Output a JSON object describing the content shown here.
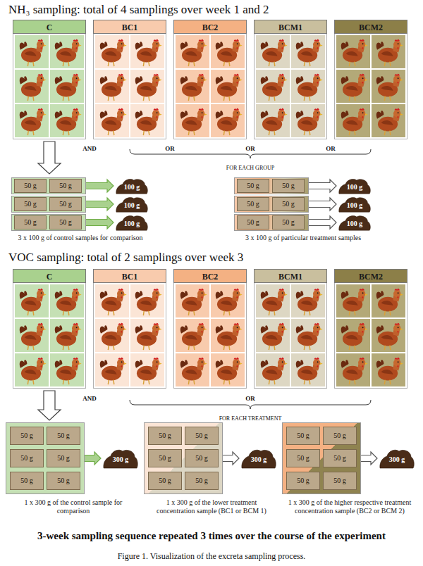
{
  "diagram": {
    "caption": "Figure 1. Visualization of the excreta sampling process.",
    "nodes": [
      {
        "text": [
          "C"
        ]
      },
      {
        "text": [
          "BC1"
        ]
      },
      {
        "text": [
          "BC2"
        ]
      },
      {
        "text": [
          "BCM1"
        ]
      },
      {
        "text": [
          "BCM2"
        ]
      },
      {
        "text": [
          "3 x 100 g of control samples for comparison"
        ]
      },
      {
        "text": [
          "50 g"
        ],
        "in": 5
      },
      {
        "text": [
          "50 g"
        ],
        "in": 5
      },
      {
        "text": [
          "100 g"
        ],
        "in": 5
      },
      {
        "text": [
          "50 g"
        ],
        "in": 5
      },
      {
        "text": [
          "50 g"
        ],
        "in": 5
      },
      {
        "text": [
          "100 g"
        ],
        "in": 5
      },
      {
        "text": [
          "50 g"
        ],
        "in": 5
      },
      {
        "text": [
          "50 g"
        ],
        "in": 5
      },
      {
        "text": [
          "100 g"
        ],
        "in": 5
      },
      {
        "text": [
          "3 x 100 g of particular treatment samples"
        ]
      },
      {
        "text": [
          "50 g"
        ],
        "in": 15
      },
      {
        "text": [
          "50 g"
        ],
        "in": 15
      },
      {
        "text": [
          "100 g"
        ],
        "in": 15
      },
      {
        "text": [
          "50 g"
        ],
        "in": 15
      },
      {
        "text": [
          "50 g"
        ],
        "in": 15
      },
      {
        "text": [
          "100 g"
        ],
        "in": 15
      },
      {
        "text": [
          "50 g"
        ],
        "in": 15
      },
      {
        "text": [
          "50 g"
        ],
        "in": 15
      },
      {
        "text": [
          "100 g"
        ],
        "in": 15
      },
      {
        "text": [
          "C"
        ]
      },
      {
        "text": [
          "BC1"
        ]
      },
      {
        "text": [
          "BC2"
        ]
      },
      {
        "text": [
          "BCM1"
        ]
      },
      {
        "text": [
          "BCM2"
        ]
      },
      {
        "text": [
          "1 x 300 g of the control sample for comparison"
        ]
      },
      {
        "text": [
          "50 g"
        ],
        "in": 30
      },
      {
        "text": [
          "50 g"
        ],
        "in": 30
      },
      {
        "text": [
          "50 g"
        ],
        "in": 30
      },
      {
        "text": [
          "50 g"
        ],
        "in": 30
      },
      {
        "text": [
          "50 g"
        ],
        "in": 30
      },
      {
        "text": [
          "50 g"
        ],
        "in": 30
      },
      {
        "text": [
          "300 g"
        ],
        "in": 30
      },
      {
        "text": [
          "1 x 300 g of the lower treatment concentration sample (BC1 or BCM 1)"
        ]
      },
      {
        "text": [
          "50 g"
        ],
        "in": 38
      },
      {
        "text": [
          "50 g"
        ],
        "in": 38
      },
      {
        "text": [
          "50 g"
        ],
        "in": 38
      },
      {
        "text": [
          "50 g"
        ],
        "in": 38
      },
      {
        "text": [
          "50 g"
        ],
        "in": 38
      },
      {
        "text": [
          "50 g"
        ],
        "in": 38
      },
      {
        "text": [
          "300 g"
        ],
        "in": 38
      },
      {
        "text": [
          "1 x 300 g of the higher respective treatment concentration sample (BC2 or BCM 2)"
        ]
      },
      {
        "text": [
          "50 g"
        ],
        "in": 46
      },
      {
        "text": [
          "50 g"
        ],
        "in": 46
      },
      {
        "text": [
          "50 g"
        ],
        "in": 46
      },
      {
        "text": [
          "50 g"
        ],
        "in": 46
      },
      {
        "text": [
          "50 g"
        ],
        "in": 46
      },
      {
        "text": [
          "50 g"
        ],
        "in": 46
      },
      {
        "text": [
          "300 g"
        ],
        "in": 46
      }
    ],
    "edges": [
      {
        "from": 0,
        "to": 5,
        "arrow": "to"
      },
      {
        "from": 7,
        "to": 8,
        "arrow": "to"
      },
      {
        "from": 10,
        "to": 11,
        "arrow": "to"
      },
      {
        "from": 13,
        "to": 14,
        "arrow": "to"
      },
      {
        "from": 17,
        "to": 18,
        "arrow": "to"
      },
      {
        "from": 20,
        "to": 21,
        "arrow": "to"
      },
      {
        "from": 23,
        "to": 24,
        "arrow": "to"
      },
      {
        "from": 25,
        "to": 30,
        "arrow": "to"
      },
      {
        "from": 34,
        "to": 37,
        "arrow": "to"
      },
      {
        "from": 42,
        "to": 45,
        "arrow": "to"
      },
      {
        "from": 50,
        "to": 53,
        "arrow": "to"
      }
    ],
    "labels": [
      "NH₃ sampling: total of 4 samplings over week 1 and 2",
      "AND",
      "OR",
      "OR",
      "OR",
      "FOR EACH GROUP",
      "VOC sampling: total of 2 samplings over week 3",
      "AND",
      "OR",
      "FOR EACH TREATMENT",
      "3-week sampling sequence repeated 3 times over the course of the experiment"
    ]
  }
}
